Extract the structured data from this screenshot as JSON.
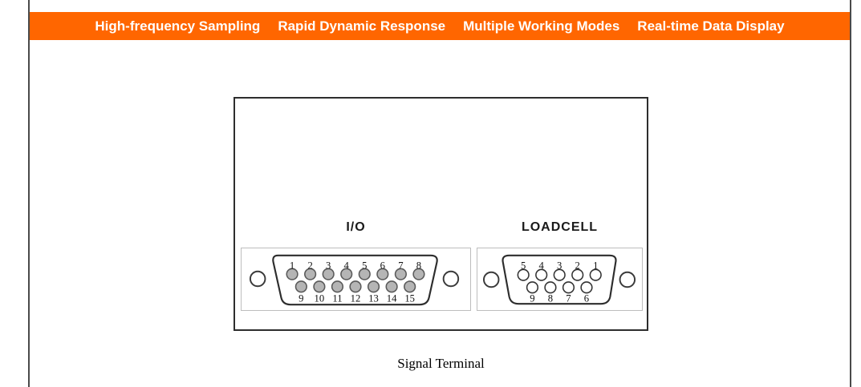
{
  "banner": {
    "bg_color": "#FF6600",
    "text_color": "#FFFFFF",
    "items": [
      {
        "label": "High-frequency Sampling"
      },
      {
        "label": "Rapid Dynamic Response"
      },
      {
        "label": "Multiple Working Modes"
      },
      {
        "label": "Real-time Data Display"
      }
    ]
  },
  "diagram": {
    "caption": "Signal Terminal",
    "connectors": [
      {
        "id": "io",
        "label": "I/O",
        "type": "D-sub 15-pin",
        "top_pins": [
          "1",
          "2",
          "3",
          "4",
          "5",
          "6",
          "7",
          "8"
        ],
        "bottom_pins": [
          "9",
          "10",
          "11",
          "12",
          "13",
          "14",
          "15"
        ],
        "pin_fill": "#b5b5b5",
        "pin_stroke": "#5a5a5a"
      },
      {
        "id": "loadcell",
        "label": "LOADCELL",
        "type": "D-sub 9-pin",
        "top_pins": [
          "5",
          "4",
          "3",
          "2",
          "1"
        ],
        "bottom_pins": [
          "9",
          "8",
          "7",
          "6"
        ],
        "pin_fill": "#ffffff",
        "pin_stroke": "#333333"
      }
    ]
  }
}
